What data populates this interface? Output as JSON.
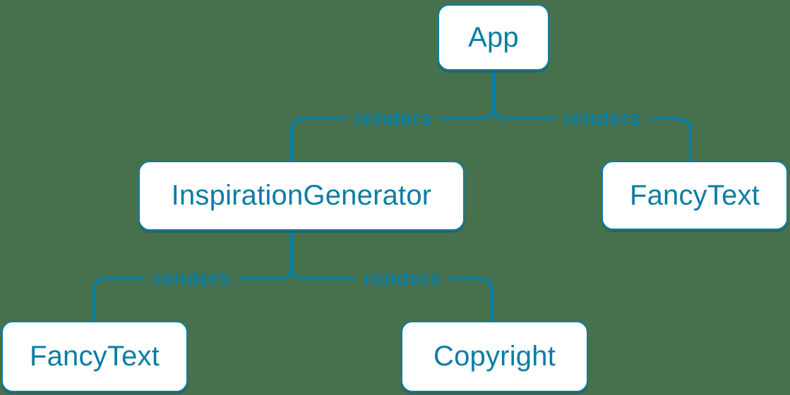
{
  "diagram": {
    "type": "component-render-tree",
    "background_color": "#47704D",
    "accent_color": "#087EA4",
    "node_fill_color": "#FFFFFF",
    "nodes": [
      {
        "id": "app",
        "label": "App"
      },
      {
        "id": "inspiration-generator",
        "label": "InspirationGenerator"
      },
      {
        "id": "fancy-text-top",
        "label": "FancyText"
      },
      {
        "id": "fancy-text-bottom",
        "label": "FancyText"
      },
      {
        "id": "copyright",
        "label": "Copyright"
      }
    ],
    "edges": [
      {
        "from": "App",
        "to": "InspirationGenerator",
        "label": "renders"
      },
      {
        "from": "App",
        "to": "FancyText",
        "label": "renders"
      },
      {
        "from": "InspirationGenerator",
        "to": "FancyText",
        "label": "renders"
      },
      {
        "from": "InspirationGenerator",
        "to": "Copyright",
        "label": "renders"
      }
    ]
  }
}
